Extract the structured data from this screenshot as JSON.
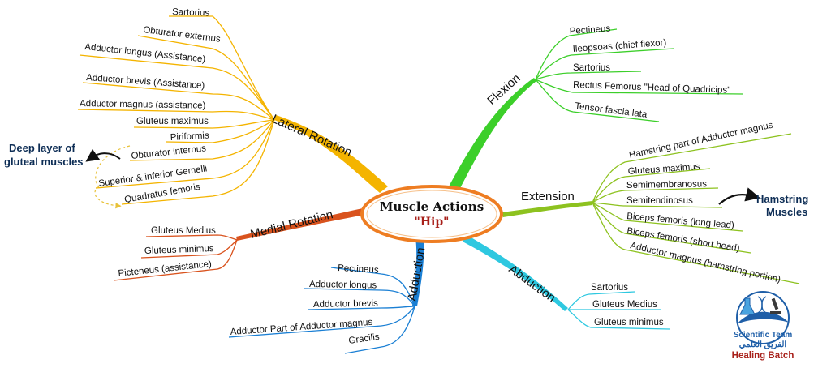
{
  "center": {
    "title": "Muscle Actions",
    "subtitle": "\"Hip\"",
    "ring_color": "#ee7d22",
    "subtitle_color": "#a8201a"
  },
  "branches": {
    "lateral_rotation": {
      "label": "Lateral Rotation",
      "color": "#f4b400",
      "items": [
        "Sartorius",
        "Obturator externus",
        "Adductor longus (Assistance)",
        "Adductor brevis (Assistance)",
        "Adductor magnus (assistance)",
        "Gluteus maximus",
        "Piriformis",
        "Obturator internus",
        "Superior & inferior Gemelli",
        "Quadratus femoris"
      ]
    },
    "medial_rotation": {
      "label": "Medial Rotation",
      "color": "#d9531e",
      "items": [
        "Gluteus Medius",
        "Gluteus minimus",
        "Picteneus (assistance)"
      ]
    },
    "adduction": {
      "label": "Adduction",
      "color": "#1a7fd4",
      "items": [
        "Pectineus",
        "Adductor longus",
        "Adductor brevis",
        "Adductor Part of Adductor magnus",
        "Gracilis"
      ]
    },
    "flexion": {
      "label": "Flexion",
      "color": "#3ccf2a",
      "items": [
        "Pectineus",
        "Ileopsoas (chief flexor)",
        "Sartorius",
        "Rectus Femorus \"Head of Quadricips\"",
        "Tensor fascia lata"
      ]
    },
    "extension": {
      "label": "Extension",
      "color": "#8dc21f",
      "items": [
        "Hamstring part of Adductor magnus",
        "Gluteus maximus",
        "Semimembranosus",
        "Semitendinosus",
        "Biceps femoris (long lead)",
        "Biceps femoris (short head)",
        "Adductor magnus (hamstring portion)"
      ]
    },
    "abduction": {
      "label": "Abduction",
      "color": "#2ec8e0",
      "items": [
        "Sartorius",
        "Gluteus Medius",
        "Gluteus minimus"
      ]
    }
  },
  "notes": {
    "deep_layer": [
      "Deep layer of",
      "gluteal muscles"
    ],
    "hamstring": [
      "Hamstring",
      "Muscles"
    ]
  },
  "logo": {
    "line1": "Scientific Team",
    "line2": "الفريق العلمي",
    "line3": "Healing Batch"
  }
}
